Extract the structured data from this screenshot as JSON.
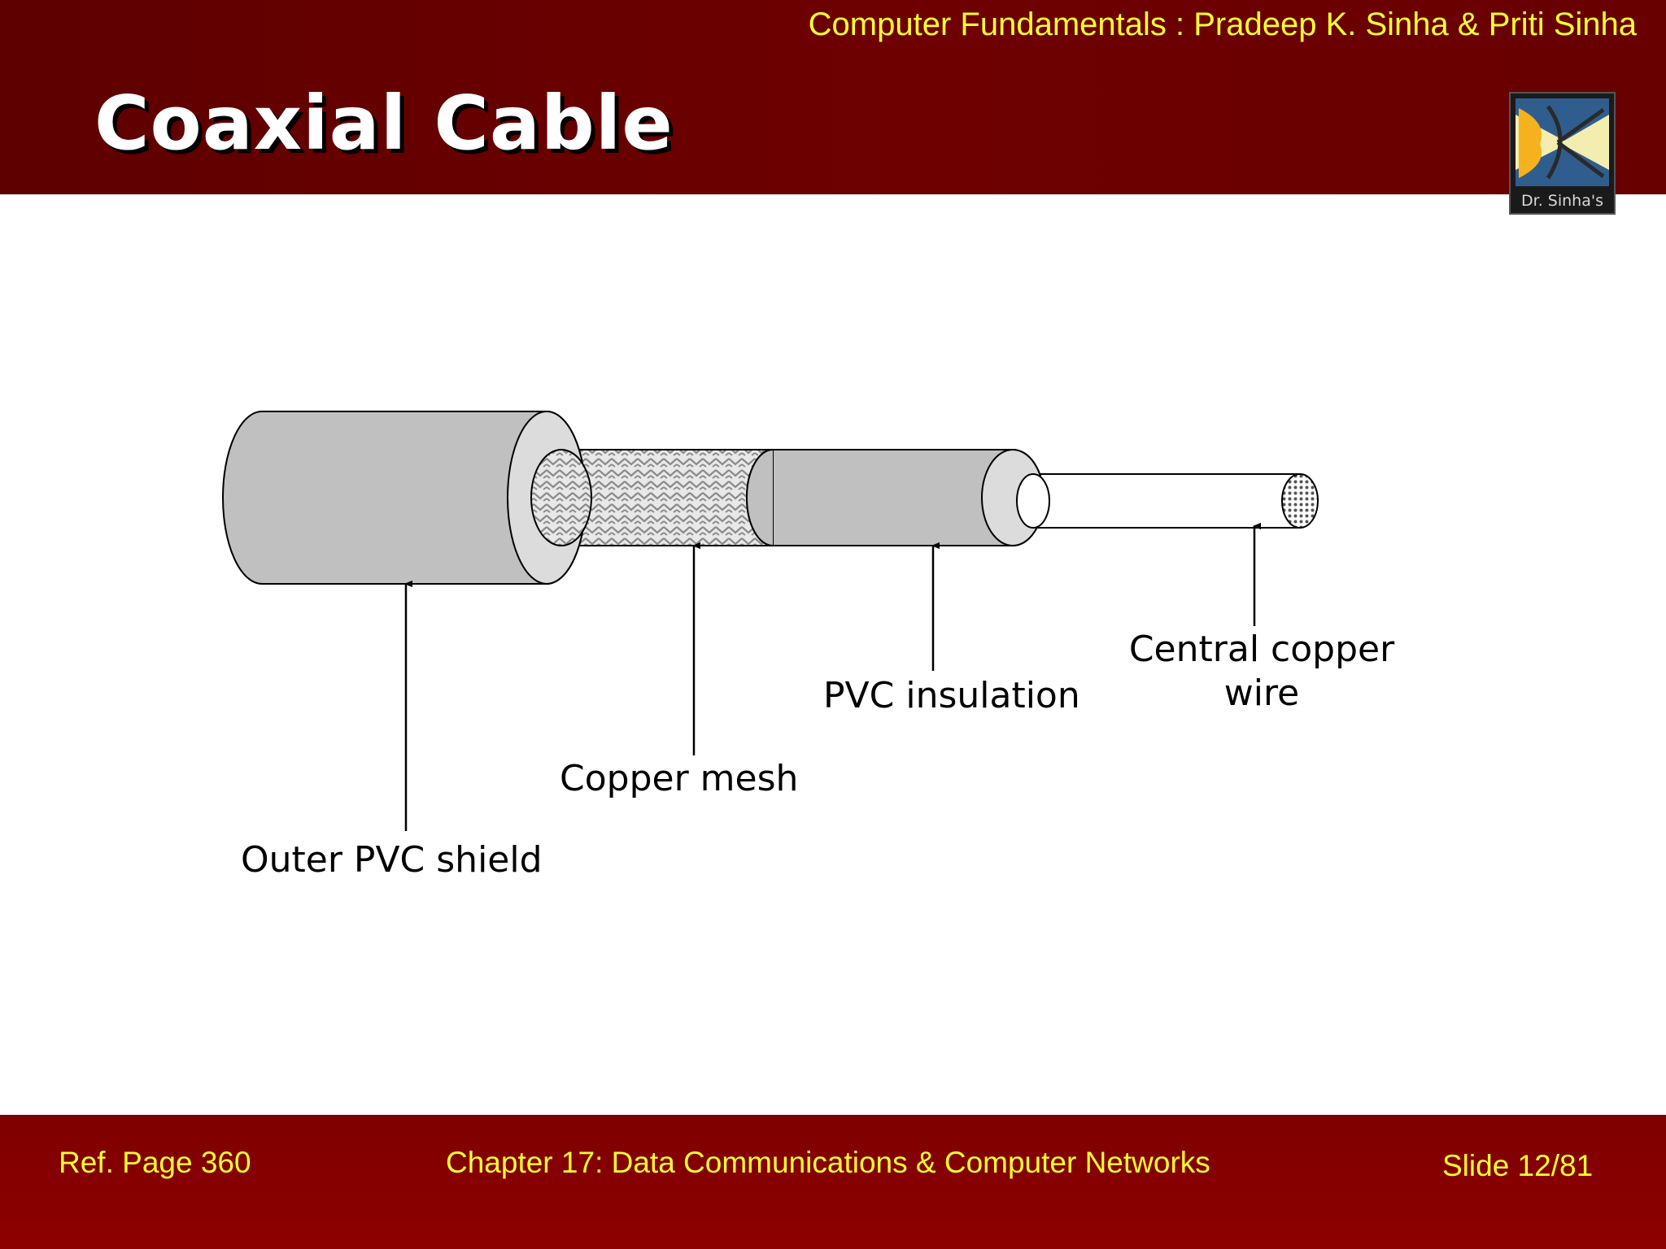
{
  "header": {
    "credit": "Computer Fundamentals : Pradeep K. Sinha & Priti Sinha",
    "title": "Coaxial Cable",
    "logo_text": "Dr. Sinha's",
    "logo_icon": "dr-sinha-logo"
  },
  "diagram": {
    "labels": {
      "outer_shield": "Outer PVC shield",
      "copper_mesh": "Copper mesh",
      "pvc_insulation": "PVC insulation",
      "central_wire_line1": "Central copper",
      "central_wire_line2": "wire"
    },
    "colors": {
      "jacket": "#c0c0c0",
      "jacket_end": "#dcdcdc",
      "wire": "#ffffff",
      "outline": "#000000"
    }
  },
  "footer": {
    "ref_page": "Ref. Page  360",
    "chapter": "Chapter 17: Data Communications & Computer Networks",
    "slide": "Slide 12/81"
  },
  "theme": {
    "header_bg": "#660000",
    "footer_bg": "#8a0000",
    "accent_text": "#ffff33"
  }
}
